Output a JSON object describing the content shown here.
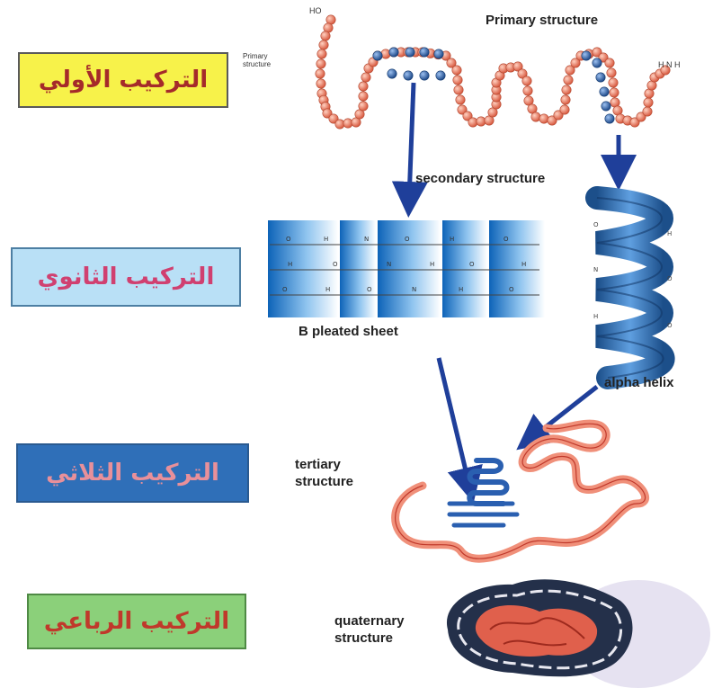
{
  "levels": {
    "primary_ar": "التركيب الأولي",
    "secondary_ar": "التركيب الثانوي",
    "tertiary_ar": "التركيب الثلاثي",
    "quaternary_ar": "التركيب الرباعي"
  },
  "labels": {
    "primary": "Primary structure",
    "primary_small_1": "Primary",
    "primary_small_2": "structure",
    "secondary": "secondary structure",
    "beta": "B pleated sheet",
    "alpha": "alpha helix",
    "tertiary_1": "tertiary",
    "tertiary_2": "structure",
    "quaternary_1": "quaternary",
    "quaternary_2": "structure",
    "cooh": "HO",
    "nh2": "H N H"
  },
  "colors": {
    "residue": "#e8765c",
    "residue_blue": "#2f5f9e",
    "arrow": "#1f3f9a"
  }
}
